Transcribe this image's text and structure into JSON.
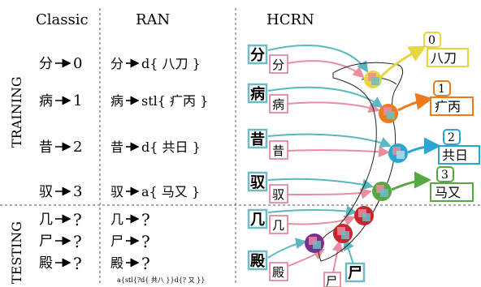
{
  "headers": {
    "classic": "Classic",
    "ran": "RAN",
    "hcrn": "HCRN"
  },
  "sections": {
    "training": "TRAINING",
    "testing": "TESTING"
  },
  "arrow": "→",
  "classic": {
    "train": [
      {
        "char": "分",
        "label": "0"
      },
      {
        "char": "病",
        "label": "1"
      },
      {
        "char": "昔",
        "label": "2"
      },
      {
        "char": "驭",
        "label": "3"
      }
    ],
    "test": [
      {
        "char": "几",
        "label": "?"
      },
      {
        "char": "尸",
        "label": "?"
      },
      {
        "char": "殿",
        "label": "?"
      }
    ]
  },
  "ran": {
    "train": [
      {
        "char": "分",
        "seq": "d{ 八刀 }"
      },
      {
        "char": "病",
        "seq": "stl{ 疒丙 }"
      },
      {
        "char": "昔",
        "seq": "d{ 共日 }"
      },
      {
        "char": "驭",
        "seq": "a{ 马又 }"
      }
    ],
    "test": [
      {
        "char": "几",
        "label": "?"
      },
      {
        "char": "尸",
        "label": "?"
      },
      {
        "char": "殿",
        "label": "?"
      }
    ],
    "footnote": "a{stl{?d{ 共八 }}d{? 又 }}"
  },
  "hcrn": {
    "train": [
      {
        "char": "分",
        "id": "0",
        "radicals": "八刀",
        "color": "#e8d640"
      },
      {
        "char": "病",
        "id": "1",
        "radicals": "疒丙",
        "color": "#ee7a1e"
      },
      {
        "char": "昔",
        "id": "2",
        "radicals": "共日",
        "color": "#2aa6d2"
      },
      {
        "char": "驭",
        "id": "3",
        "radicals": "马又",
        "color": "#56a843"
      }
    ],
    "test": [
      {
        "char": "几"
      },
      {
        "char": "殿"
      },
      {
        "char": "尸"
      }
    ],
    "node_colors": {
      "red": "#c8262d",
      "purple": "#7a2e8e"
    }
  },
  "colors": {
    "small_box": "#e6889b",
    "hcrn_box": "#6fbcc6",
    "pink_arrow": "#ea8da0",
    "teal_arrow": "#5bb8c0"
  }
}
